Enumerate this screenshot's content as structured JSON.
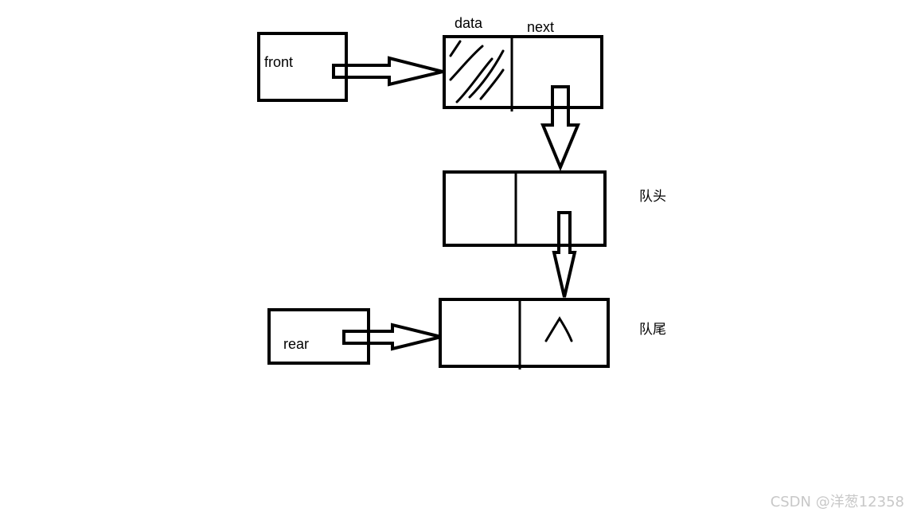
{
  "labels": {
    "front": "front",
    "rear": "rear",
    "data": "data",
    "next": "next",
    "head": "队头",
    "tail": "队尾"
  },
  "null_mark": "^",
  "watermark": "CSDN @洋葱12358"
}
